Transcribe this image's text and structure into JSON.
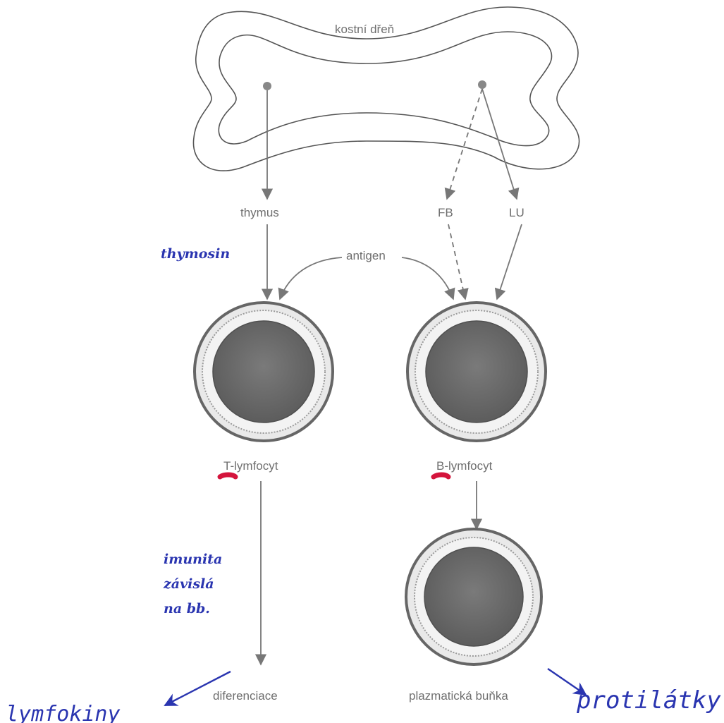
{
  "printed": {
    "bone": "kostní dřeň",
    "thymus": "thymus",
    "fb": "FB",
    "lu": "LU",
    "antigen": "antigen",
    "t_cell": "T-lymfocyt",
    "b_cell": "B-lymfocyt",
    "differentiation": "diferenciace",
    "plasma_cell": "plazmatická buňka"
  },
  "handwritten": {
    "thymosin": "thymosin",
    "immunity": [
      "imunita",
      "závislá",
      "na bb."
    ],
    "lymphokines": "lymfokiny",
    "antibodies": "protilátky"
  },
  "colors": {
    "print": "#6f6f6f",
    "pen_blue": "#2a35b0",
    "marker_red": "#d4143c"
  }
}
